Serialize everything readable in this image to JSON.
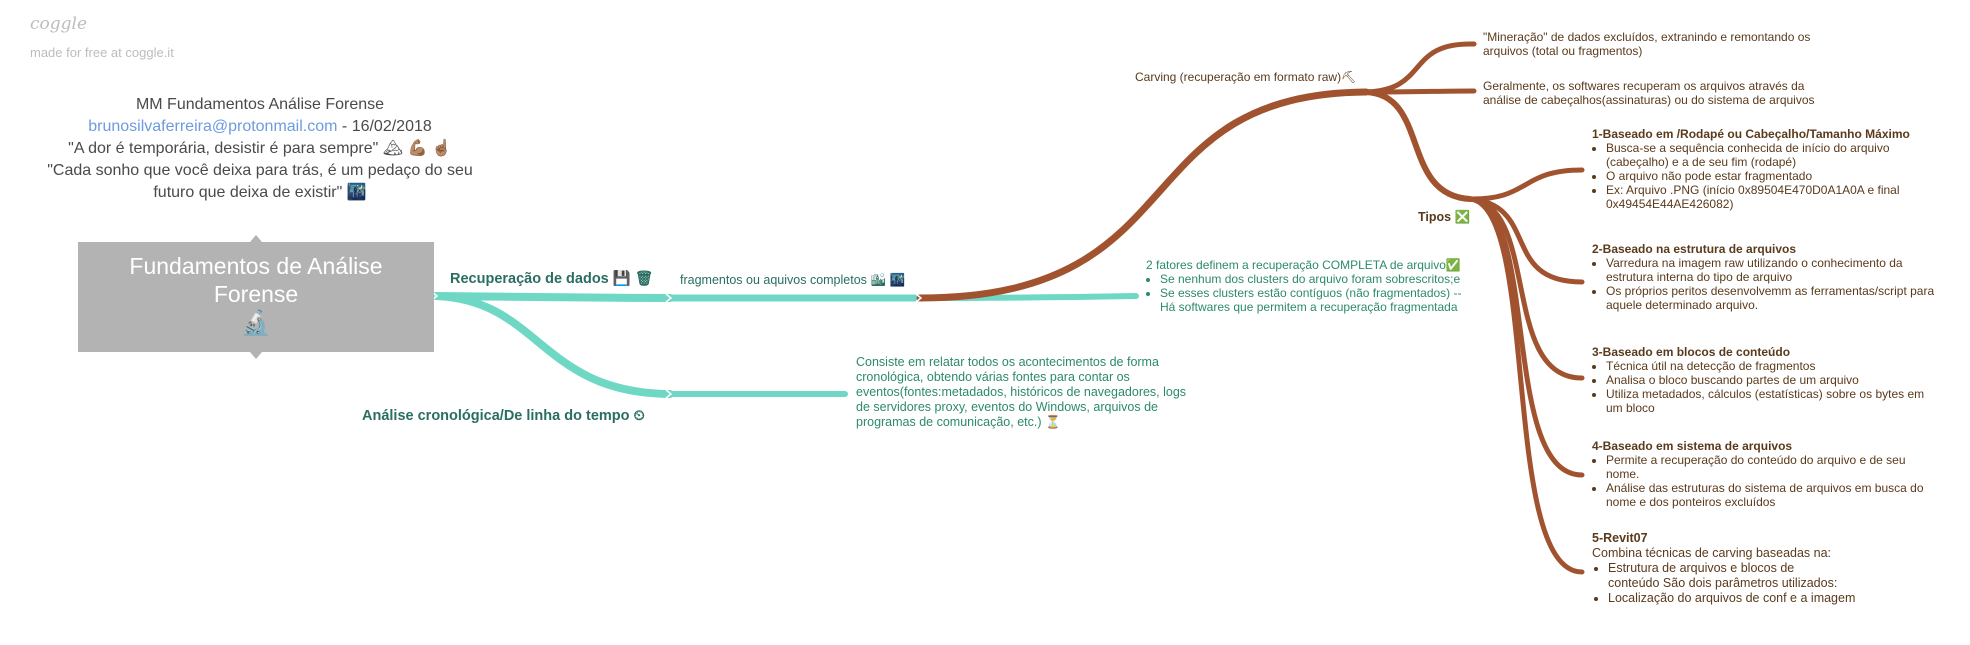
{
  "brand": {
    "logo": "coggle",
    "subtitle": "made for free at coggle.it"
  },
  "header": {
    "title": "MM Fundamentos Análise Forense",
    "email": "brunosilvaferreira@protonmail.com",
    "date": " - 16/02/2018",
    "quote1": "\"A dor é temporária, desistir é para sempre\" 🏔 💪🏽 ☝🏽",
    "quote2a": "\"Cada sonho que você deixa para trás, é um pedaço do seu",
    "quote2b": "futuro que deixa de existir\" 🌃"
  },
  "central": {
    "title_line1": "Fundamentos de Análise",
    "title_line2": "Forense",
    "emoji": "🔬"
  },
  "colors": {
    "teal": "#6fd8c5",
    "brown": "#a0532e",
    "central": "#b3b3b3",
    "link": "#6c9be0"
  },
  "branches": {
    "recuperacao": {
      "label": "Recuperação de dados 💾 🗑"
    },
    "fragmentos": {
      "label": "fragmentos ou aquivos completos 🏙 🌃"
    },
    "fatores": {
      "title": "2 fatores definem a recuperação COMPLETA de arquivo✅",
      "items": [
        "Se nenhum dos clusters do arquivo foram sobrescritos;e",
        "Se esses clusters estão contíguos (não fragmentados) -- Há softwares que permitem a recuperação fragmentada"
      ]
    },
    "analise": {
      "label": "Análise cronológica/De linha do tempo ⏲"
    },
    "analise_desc": {
      "lines": [
        "Consiste em relatar todos os acontecimentos de forma",
        "cronológica, obtendo várias fontes para contar os",
        "eventos(fontes:metadados, históricos de navegadores, logs",
        "de servidores proxy, eventos do Windows, arquivos de",
        "programas de comunicação, etc.) ⏳"
      ]
    },
    "carving": {
      "label": "Carving (recuperação em formato raw)⛏",
      "mineracao": [
        "\"Mineração\" de dados excluídos, extranindo e remontando os",
        "arquivos (total ou fragmentos)"
      ],
      "geralmente": [
        "Geralmente, os softwares recuperam os arquivos através da",
        "análise de cabeçalhos(assinaturas) ou do sistema de arquivos"
      ]
    },
    "tipos": {
      "label": "Tipos ❎",
      "t1": {
        "title": "1-Baseado em /Rodapé ou Cabeçalho/Tamanho Máximo",
        "items": [
          "Busca-se a sequência conhecida de início do arquivo (cabeçalho) e a de seu fim (rodapé)",
          "O arquivo não pode estar fragmentado",
          "Ex: Arquivo .PNG (início 0x89504E470D0A1A0A e final 0x49454E44AE426082)"
        ]
      },
      "t2": {
        "title": "2-Baseado na estrutura de arquivos",
        "items": [
          "Varredura na imagem raw utilizando o conhecimento da estrutura interna do tipo de arquivo",
          "Os próprios peritos desenvolvemm as ferramentas/script para aquele determinado arquivo."
        ]
      },
      "t3": {
        "title": "3-Baseado em blocos de conteúdo",
        "items": [
          "Técnica útil na detecção de fragmentos",
          "Analisa o bloco buscando partes de um arquivo",
          "Utiliza metadados, cálculos (estatísticas) sobre os bytes em um bloco"
        ]
      },
      "t4": {
        "title": "4-Baseado em sistema de arquivos",
        "items": [
          "Permite a recuperação do conteúdo do arquivo e de seu nome.",
          "Análise das estruturas do sistema de arquivos em busca do nome e dos ponteiros excluídos"
        ]
      },
      "t5": {
        "title": "5-Revit07",
        "intro": "Combina técnicas de carving baseadas na:",
        "items": [
          "Estrutura de arquivos e blocos de conteúdo São dois parâmetros utilizados:",
          "Localização do arquivos de conf e a imagem"
        ]
      }
    }
  }
}
